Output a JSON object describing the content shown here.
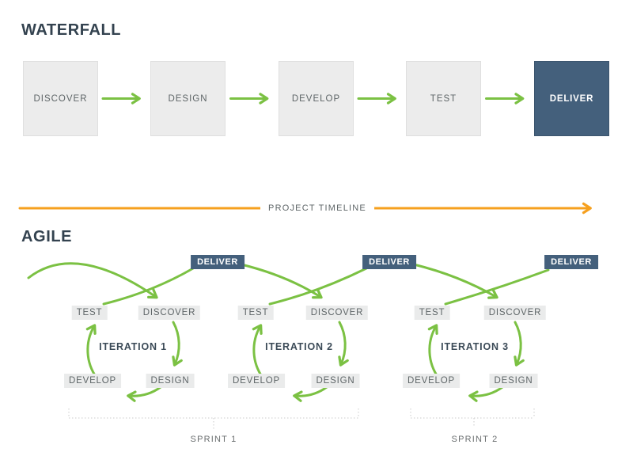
{
  "waterfall": {
    "title": "WATERFALL",
    "stages": [
      "DISCOVER",
      "DESIGN",
      "DEVELOP",
      "TEST",
      "DELIVER"
    ]
  },
  "timeline": {
    "label": "PROJECT TIMELINE"
  },
  "agile": {
    "title": "AGILE",
    "deliver_badges": [
      "DELIVER",
      "DELIVER",
      "DELIVER"
    ],
    "iterations": [
      {
        "name": "ITERATION 1",
        "test": "TEST",
        "discover": "DISCOVER",
        "develop": "DEVELOP",
        "design": "DESIGN"
      },
      {
        "name": "ITERATION 2",
        "test": "TEST",
        "discover": "DISCOVER",
        "develop": "DEVELOP",
        "design": "DESIGN"
      },
      {
        "name": "ITERATION 3",
        "test": "TEST",
        "discover": "DISCOVER",
        "develop": "DEVELOP",
        "design": "DESIGN"
      }
    ],
    "sprints": [
      "SPRINT 1",
      "SPRINT 2"
    ]
  },
  "colors": {
    "green": "#7bc143",
    "orange": "#f6a01e",
    "navy": "#44607c",
    "heading": "#33424f",
    "box_gray": "#ececec",
    "chip_gray": "#eaebeb",
    "text_gray": "#5e6567",
    "dotted_gray": "#c9c9c9"
  }
}
